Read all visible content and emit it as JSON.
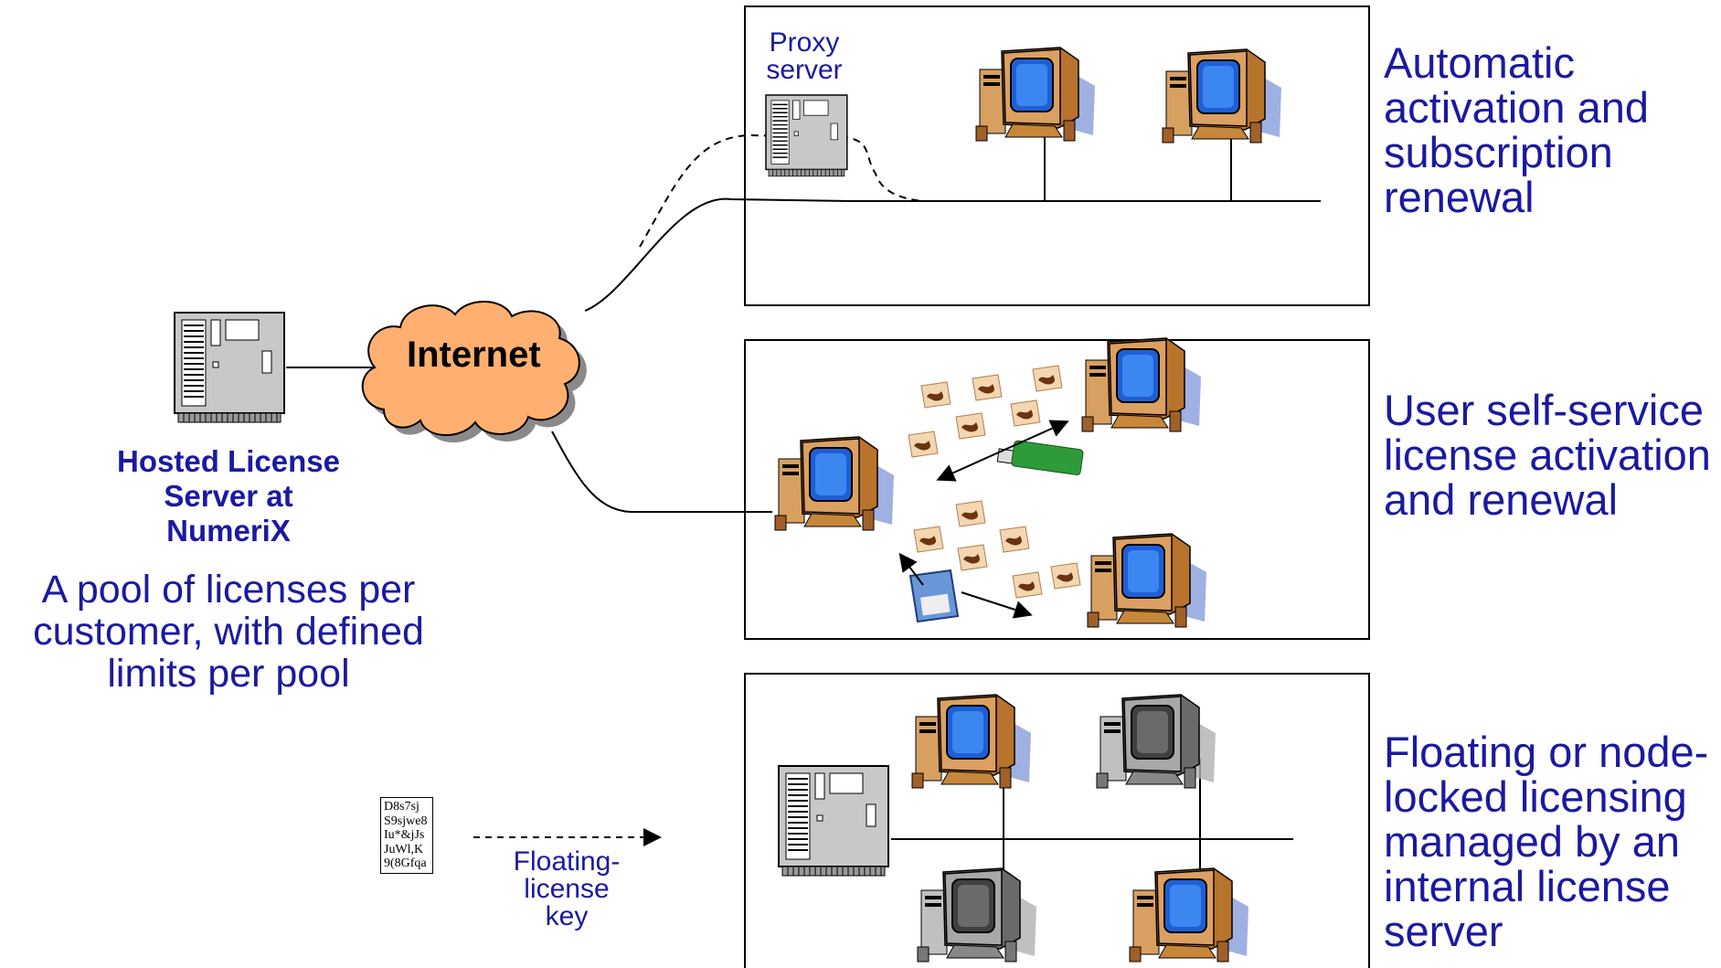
{
  "hosted_server": {
    "title_lines": [
      "Hosted License",
      "Server  at",
      "NumeriX"
    ],
    "pool_lines": [
      "A pool of licenses per",
      "customer, with defined",
      "limits per pool"
    ]
  },
  "internet": {
    "label": "Internet"
  },
  "proxy": {
    "label_lines": [
      "Proxy",
      "server"
    ]
  },
  "floating_key": {
    "key_lines": [
      "D8s7sj",
      "S9sjwe8",
      "Iu*&jJs",
      "JuWl,K",
      "9(8Gfqa"
    ],
    "label_lines": [
      "Floating-",
      "license",
      "key"
    ]
  },
  "captions": {
    "automatic": [
      "Automatic",
      "activation and",
      "subscription",
      "renewal"
    ],
    "self_service": [
      "User self-service",
      "license activation",
      "and renewal"
    ],
    "floating": [
      "Floating or node-",
      "locked licensing",
      "managed by an",
      "internal license",
      "server"
    ]
  },
  "colors": {
    "text_blue": "#1a1aa0",
    "cloud_fill": "#ffb070",
    "monitor_body": "#c8863a",
    "screen_blue": "#2f7fe0",
    "screen_gray": "#707070",
    "usb_green": "#2e9a3a"
  }
}
